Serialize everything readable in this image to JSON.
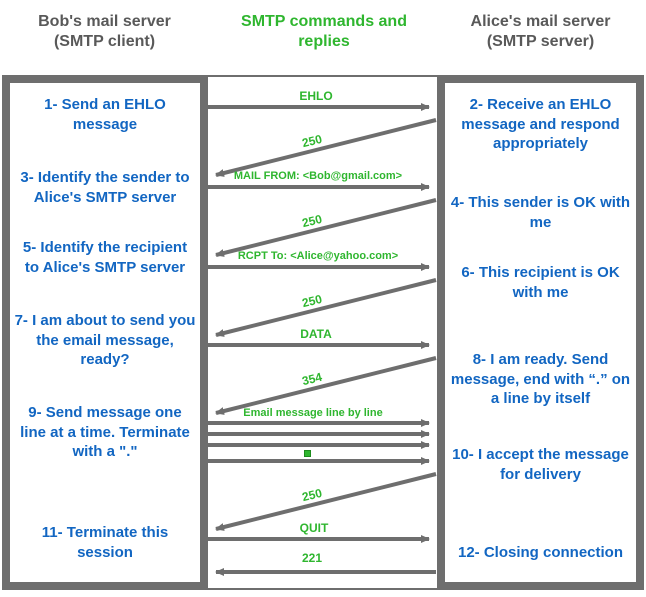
{
  "headers": {
    "left": "Bob's mail server\n(SMTP client)",
    "left_line1": "Bob's mail server",
    "left_line2": "(SMTP client)",
    "center_line1": "SMTP commands and",
    "center_line2": "replies",
    "right_line1": "Alice's mail server",
    "right_line2": "(SMTP server)"
  },
  "colors": {
    "green": "#2FB62F",
    "blue": "#1266C2",
    "gray": "#6e6e6e",
    "header_gray": "#595959",
    "white": "#ffffff"
  },
  "client_steps": [
    {
      "id": "step-1",
      "text": "1- Send an EHLO message"
    },
    {
      "id": "step-3",
      "text": "3- Identify the sender to Alice's SMTP server"
    },
    {
      "id": "step-5",
      "text": "5- Identify the recipient to Alice's SMTP server"
    },
    {
      "id": "step-7",
      "text": "7- I am about to send you the email message, ready?"
    },
    {
      "id": "step-9",
      "text": "9- Send message one line at a time. Terminate with a \".\""
    },
    {
      "id": "step-11",
      "text": "11- Terminate this session"
    }
  ],
  "server_steps": [
    {
      "id": "step-2",
      "text": "2- Receive an EHLO message and respond appropriately"
    },
    {
      "id": "step-4",
      "text": "4- This sender is OK with me"
    },
    {
      "id": "step-6",
      "text": "6- This recipient is OK with me"
    },
    {
      "id": "step-8",
      "text": "8-  I am ready. Send message, end with “.” on a line by itself"
    },
    {
      "id": "step-10",
      "text": "10-  I accept the message for delivery"
    },
    {
      "id": "step-12",
      "text": "12-  Closing connection"
    }
  ],
  "messages": [
    {
      "id": "msg-ehlo",
      "label": "EHLO",
      "direction": "client-to-server",
      "kind": "command"
    },
    {
      "id": "msg-250-ehlo",
      "label": "250",
      "direction": "server-to-client",
      "kind": "reply"
    },
    {
      "id": "msg-mail-from",
      "label": "MAIL FROM: <Bob@gmail.com>",
      "direction": "client-to-server",
      "kind": "command"
    },
    {
      "id": "msg-250-mail-from",
      "label": "250",
      "direction": "server-to-client",
      "kind": "reply"
    },
    {
      "id": "msg-rcpt-to",
      "label": "RCPT To: <Alice@yahoo.com>",
      "direction": "client-to-server",
      "kind": "command"
    },
    {
      "id": "msg-250-rcpt-to",
      "label": "250",
      "direction": "server-to-client",
      "kind": "reply"
    },
    {
      "id": "msg-data",
      "label": "DATA",
      "direction": "client-to-server",
      "kind": "command"
    },
    {
      "id": "msg-354",
      "label": "354",
      "direction": "server-to-client",
      "kind": "reply"
    },
    {
      "id": "msg-email-body",
      "label": "Email message line by line",
      "direction": "client-to-server",
      "kind": "command"
    },
    {
      "id": "msg-terminator",
      "label": ".",
      "direction": "client-to-server",
      "kind": "marker"
    },
    {
      "id": "msg-250-data",
      "label": "250",
      "direction": "server-to-client",
      "kind": "reply"
    },
    {
      "id": "msg-quit",
      "label": "QUIT",
      "direction": "client-to-server",
      "kind": "command"
    },
    {
      "id": "msg-221",
      "label": "221",
      "direction": "server-to-client",
      "kind": "reply"
    }
  ]
}
